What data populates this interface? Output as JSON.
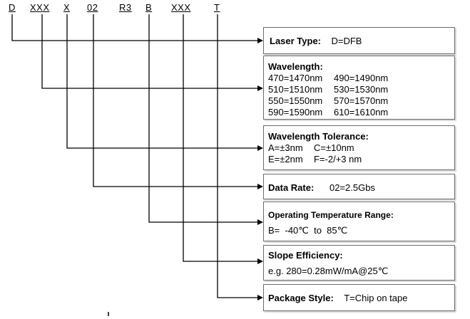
{
  "codes": [
    "D",
    "XXX",
    "X",
    "02",
    "R3",
    "B",
    "XXX",
    "T"
  ],
  "boxes": {
    "laser_type": {
      "title": "Laser Type:",
      "value": "D=DFB"
    },
    "wavelength": {
      "title": "Wavelength:",
      "rows": [
        [
          "470=1470nm",
          "490=1490nm"
        ],
        [
          "510=1510nm",
          "530=1530nm"
        ],
        [
          "550=1550nm",
          "570=1570nm"
        ],
        [
          "590=1590nm",
          "610=1610nm"
        ]
      ]
    },
    "tolerance": {
      "title": "Wavelength Tolerance:",
      "rows": [
        [
          "A=±3nm",
          "C=±10nm"
        ],
        [
          "E=±2nm",
          "F=-2/+3 nm"
        ]
      ]
    },
    "data_rate": {
      "title": "Data Rate:",
      "value": "02=2.5Gbs"
    },
    "temperature": {
      "title": "Operating Temperature Range:",
      "value": "B=  -40℃  to  85℃"
    },
    "slope": {
      "title": "Slope Efficiency:",
      "value": "e.g. 280=0.28mW/mA@25℃"
    },
    "package": {
      "title": "Package Style:",
      "value": "T=Chip on tape"
    }
  }
}
